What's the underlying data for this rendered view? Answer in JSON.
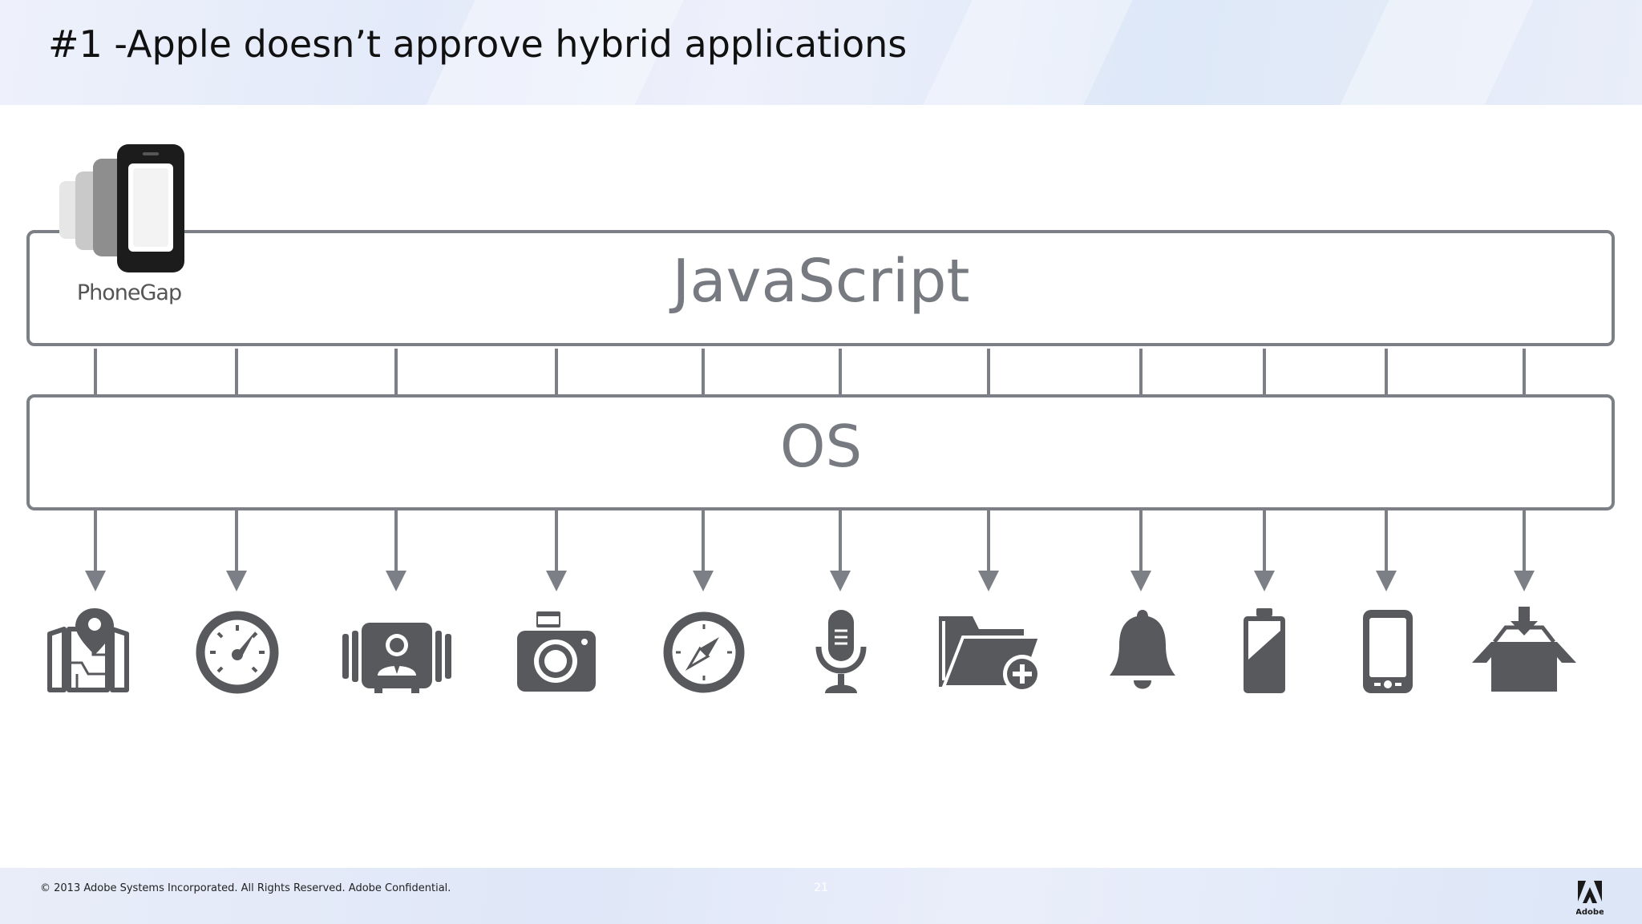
{
  "slide": {
    "title": "#1 -Apple doesn’t approve hybrid applications",
    "page_number": "21",
    "copyright": "© 2013 Adobe Systems Incorporated.  All Rights Reserved.  Adobe Confidential."
  },
  "logo": {
    "label": "PhoneGap",
    "icon": "phonegap-logo-icon"
  },
  "layers": {
    "top": "JavaScript",
    "bottom": "OS"
  },
  "footer_logo": {
    "label": "Adobe",
    "icon": "adobe-logo-icon"
  },
  "device_apis": [
    {
      "icon": "geolocation-map-icon"
    },
    {
      "icon": "accelerometer-gauge-icon"
    },
    {
      "icon": "contacts-card-icon"
    },
    {
      "icon": "camera-icon"
    },
    {
      "icon": "compass-icon"
    },
    {
      "icon": "microphone-icon"
    },
    {
      "icon": "file-folder-add-icon"
    },
    {
      "icon": "notification-bell-icon"
    },
    {
      "icon": "battery-icon"
    },
    {
      "icon": "device-phone-icon"
    },
    {
      "icon": "storage-box-icon"
    }
  ],
  "colors": {
    "line": "#7c7f86",
    "icon": "#58595c",
    "label": "#777a80"
  }
}
